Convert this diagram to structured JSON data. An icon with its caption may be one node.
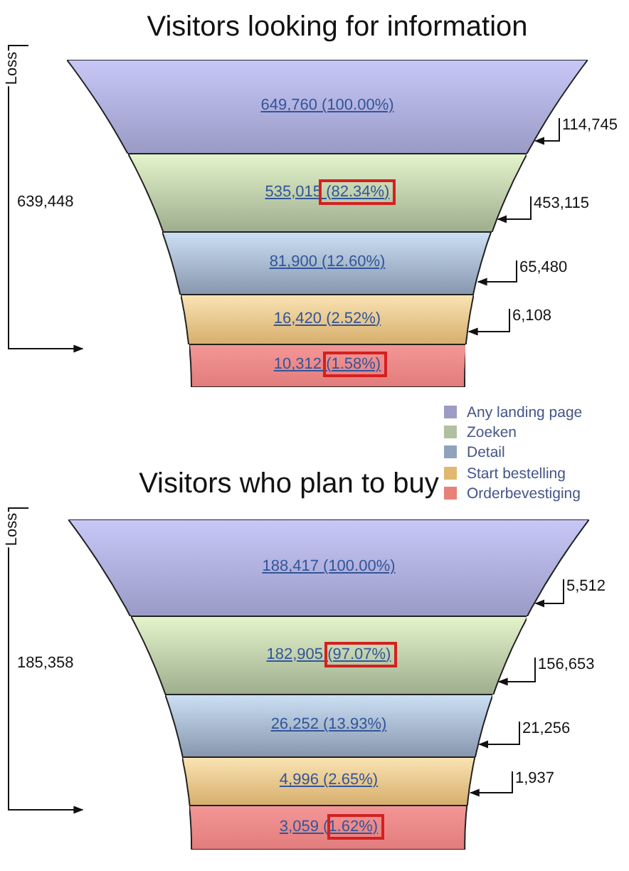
{
  "diagram": {
    "nodes": [
      {
        "text": [
          "649,760 (100.00%)"
        ]
      },
      {
        "text": [
          "535,015 (82.34%)"
        ]
      },
      {
        "text": [
          "81,900 (12.60%)"
        ]
      },
      {
        "text": [
          "16,420 (2.52%)"
        ]
      },
      {
        "text": [
          "10,312 (1.58%)"
        ]
      },
      {
        "text": [
          "114,745"
        ]
      },
      {
        "text": [
          "453,115"
        ]
      },
      {
        "text": [
          "65,480"
        ]
      },
      {
        "text": [
          "6,108"
        ]
      },
      {
        "text": [
          "188,417 (100.00%)"
        ]
      },
      {
        "text": [
          "182,905 (97.07%)"
        ]
      },
      {
        "text": [
          "26,252 (13.93%)"
        ]
      },
      {
        "text": [
          "4,996 (2.65%)"
        ]
      },
      {
        "text": [
          "3,059 (1.62%)"
        ]
      },
      {
        "text": [
          "5,512"
        ]
      },
      {
        "text": [
          "156,653"
        ]
      },
      {
        "text": [
          "21,256"
        ]
      },
      {
        "text": [
          "1,937"
        ]
      }
    ],
    "edges": [
      {
        "from": 5,
        "to": 0,
        "arrow": "to"
      },
      {
        "from": 6,
        "to": 1,
        "arrow": "to"
      },
      {
        "from": 7,
        "to": 2,
        "arrow": "to"
      },
      {
        "from": 8,
        "to": 3,
        "arrow": "to"
      },
      {
        "from": 14,
        "to": 9,
        "arrow": "to"
      },
      {
        "from": 15,
        "to": 10,
        "arrow": "to"
      },
      {
        "from": 16,
        "to": 11,
        "arrow": "to"
      },
      {
        "from": 17,
        "to": 12,
        "arrow": "to"
      }
    ],
    "labels": [
      "Visitors looking for information",
      "Loss",
      "639,448",
      "Visitors who plan to buy",
      "Loss",
      "185,358"
    ],
    "legend": [
      {
        "text": "Any landing page",
        "color": "#9c9cc4"
      },
      {
        "text": "Zoeken",
        "color": "#b0c0a0"
      },
      {
        "text": "Detail",
        "color": "#8fa4bc"
      },
      {
        "text": "Start bestelling",
        "color": "#e0b870"
      },
      {
        "text": "Orderbevestiging",
        "color": "#e88078"
      }
    ]
  }
}
